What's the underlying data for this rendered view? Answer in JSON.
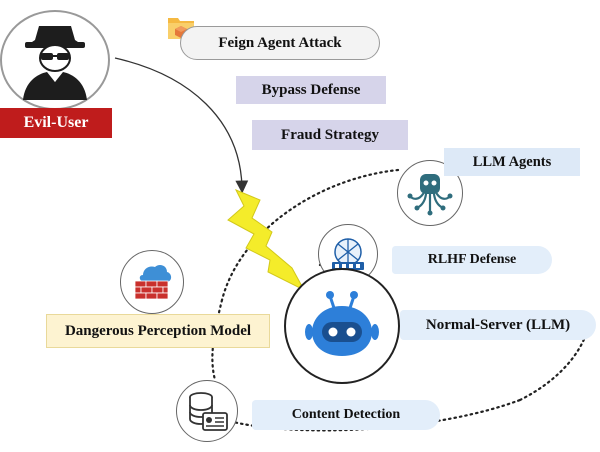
{
  "nodes": {
    "evil_user": "Evil-User",
    "feign_agent_attack": "Feign Agent Attack",
    "bypass_defense": "Bypass Defense",
    "fraud_strategy": "Fraud Strategy",
    "llm_agents": "LLM Agents",
    "rlhf_defense": "RLHF Defense",
    "normal_server": "Normal-Server (LLM)",
    "dangerous_perception": "Dangerous Perception Model",
    "content_detection": "Content Detection"
  },
  "icons": {
    "evil_user": "spy-icon",
    "feign_agent_attack": "folder-icon",
    "llm_agents": "octopus-robot-icon",
    "rlhf_defense": "defense-circuit-icon",
    "normal_server": "robot-head-icon",
    "dangerous_perception": "firewall-cloud-icon",
    "content_detection": "database-card-icon",
    "attack": "lightning-bolt-icon"
  },
  "colors": {
    "evil_user_bg": "#bf1c1c",
    "purple_label": "#d6d4ea",
    "blue_label": "#dde9f7",
    "yellow_label": "#fdf3d1",
    "server_blue": "#2d7fd9",
    "agent_teal": "#2f6d7d",
    "lightning": "#f4ec2a"
  }
}
